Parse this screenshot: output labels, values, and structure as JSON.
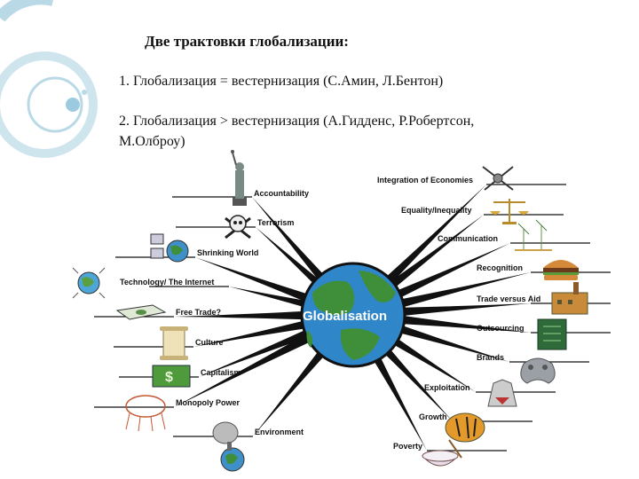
{
  "slide": {
    "title": "Две трактовки глобализации:",
    "points": [
      "1. Глобализация = вестернизация (С.Амин, Л.Бентон)",
      "2. Глобализация > вестернизация  (А.Гидденс, Р.Робертсон,",
      "М.Олброу)"
    ]
  },
  "mindmap": {
    "center": "Globalisation",
    "colors": {
      "ocean": "#2f86c9",
      "land": "#3f8f3a",
      "spokes": "#111111",
      "deco": "#b9d9e6"
    },
    "left_nodes": [
      {
        "label": "Accountability",
        "icon": "statue-of-liberty-icon"
      },
      {
        "label": "Terrorism",
        "icon": "skull-crossbones-icon"
      },
      {
        "label": "Shrinking World",
        "icon": "computer-globe-icon"
      },
      {
        "label": "Technology/ The Internet",
        "icon": "globe-network-icon"
      },
      {
        "label": "Free Trade?",
        "icon": "money-bill-icon"
      },
      {
        "label": "Culture",
        "icon": "scroll-icon"
      },
      {
        "label": "Capitalism",
        "icon": "dollar-bill-icon"
      },
      {
        "label": "Monopoly Power",
        "icon": "brain-cage-icon"
      },
      {
        "label": "Environment",
        "icon": "pollution-globe-icon"
      }
    ],
    "right_nodes": [
      {
        "label": "Integration of Economies",
        "icon": "satellite-icon"
      },
      {
        "label": "Equality/Inequality",
        "icon": "scales-icon"
      },
      {
        "label": "Communication",
        "icon": "wind-turbines-icon"
      },
      {
        "label": "Recognition",
        "icon": "hamburger-icon"
      },
      {
        "label": "Trade versus Aid",
        "icon": "factory-icon"
      },
      {
        "label": "Outsourcing",
        "icon": "circuit-board-icon"
      },
      {
        "label": "Brands",
        "icon": "game-controller-icon"
      },
      {
        "label": "Exploitation",
        "icon": "shark-icon"
      },
      {
        "label": "Growth",
        "icon": "tiger-icon"
      },
      {
        "label": "Poverty",
        "icon": "rice-bowl-icon"
      }
    ]
  }
}
